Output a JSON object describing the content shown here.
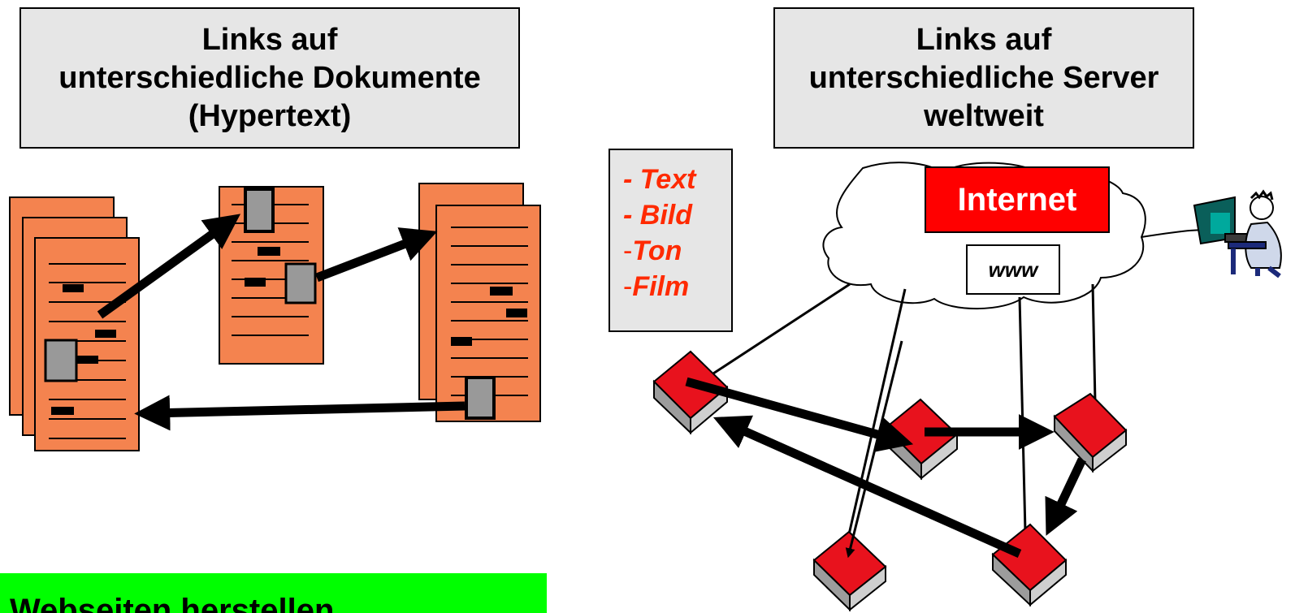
{
  "left_panel": {
    "title_lines": [
      "Links auf",
      "unterschiedliche Dokumente",
      "(Hypertext)"
    ]
  },
  "right_panel": {
    "title_lines": [
      "Links auf",
      "unterschiedliche Server",
      "weltweit"
    ]
  },
  "media_types": {
    "items": [
      {
        "dash": "- ",
        "label": "Text"
      },
      {
        "dash": "- ",
        "label": "Bild"
      },
      {
        "dash": "-",
        "label": "Ton"
      },
      {
        "dash": "-",
        "label": "Film"
      }
    ]
  },
  "network": {
    "internet_label": "Internet",
    "www_label": "www"
  },
  "banner": {
    "text": "Webseiten herstellen"
  },
  "colors": {
    "document": "#f4834f",
    "server": "#e8121d",
    "internet_bg": "#ff0000",
    "media_text": "#ff2a00",
    "banner": "#00ff00",
    "box_bg": "#e6e6e6"
  }
}
